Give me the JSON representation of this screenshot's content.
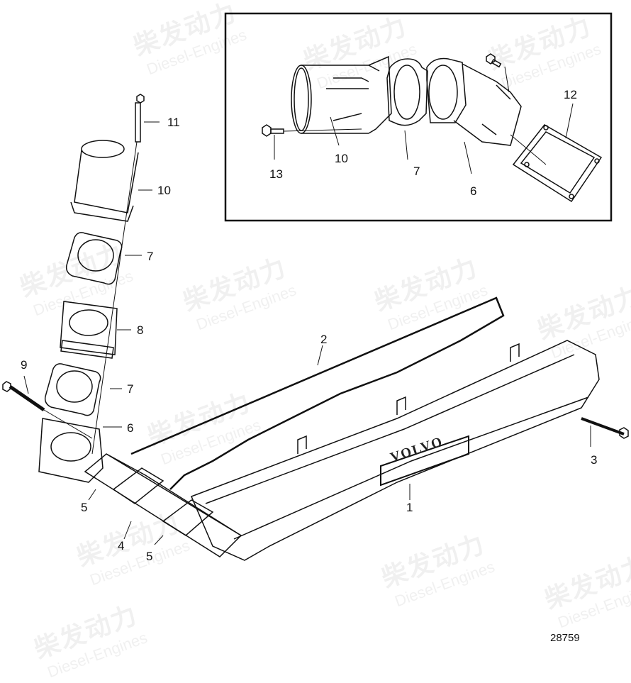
{
  "diagram": {
    "figure_number": "28759",
    "brand_logo_text": "VOLVO",
    "watermark": {
      "cn": "柴发动力",
      "en": "Diesel-Engines"
    },
    "inset": {
      "labels": [
        {
          "id": "13",
          "text": "13"
        },
        {
          "id": "10",
          "text": "10"
        },
        {
          "id": "7",
          "text": "7"
        },
        {
          "id": "6",
          "text": "6"
        },
        {
          "id": "12",
          "text": "12"
        }
      ]
    },
    "main": {
      "labels": [
        {
          "id": "11",
          "text": "11"
        },
        {
          "id": "10",
          "text": "10"
        },
        {
          "id": "7a",
          "text": "7"
        },
        {
          "id": "8",
          "text": "8"
        },
        {
          "id": "9",
          "text": "9"
        },
        {
          "id": "7b",
          "text": "7"
        },
        {
          "id": "6",
          "text": "6"
        },
        {
          "id": "2",
          "text": "2"
        },
        {
          "id": "3",
          "text": "3"
        },
        {
          "id": "1",
          "text": "1"
        },
        {
          "id": "5a",
          "text": "5"
        },
        {
          "id": "4",
          "text": "4"
        },
        {
          "id": "5b",
          "text": "5"
        }
      ]
    }
  }
}
